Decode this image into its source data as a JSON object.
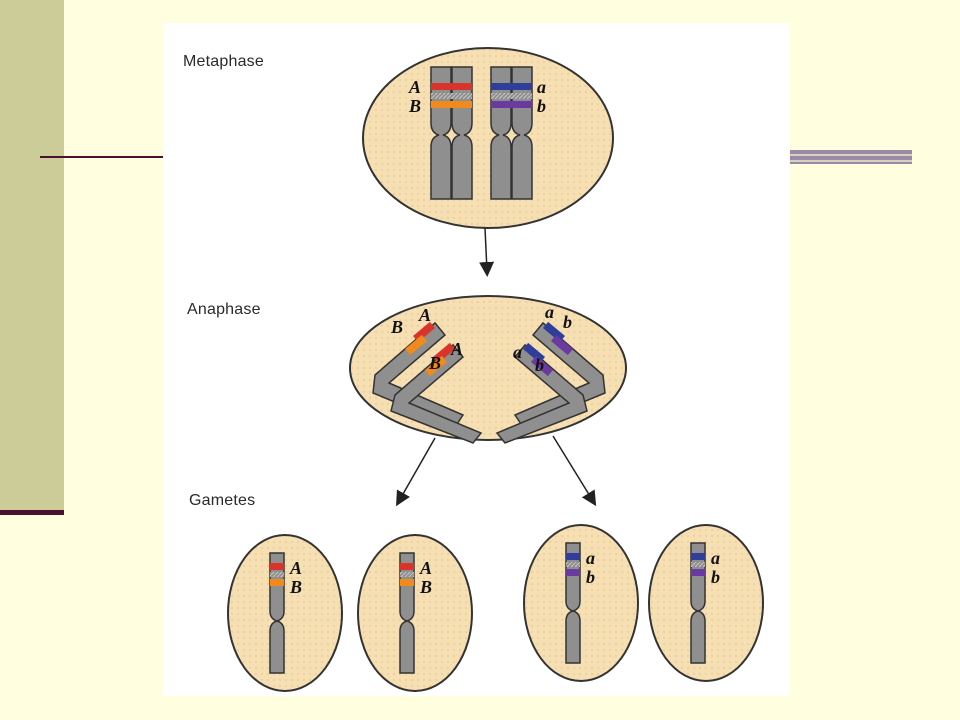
{
  "slide": {
    "colors": {
      "background": "#ffffe0",
      "sidebar": "#cccc99",
      "accent_line": "#4a1030"
    }
  },
  "diagram": {
    "stages": {
      "metaphase": "Metaphase",
      "anaphase": "Anaphase",
      "gametes": "Gametes"
    },
    "alleles": {
      "A": "A",
      "B": "B",
      "a": "a",
      "b": "b"
    },
    "colors": {
      "cell_fill": "#f6dfb3",
      "chromosome": "#8f8f8f",
      "band_red": "#d9342b",
      "band_orange": "#f08a1c",
      "band_blue": "#2e3e9a",
      "band_purple": "#6a3aa0"
    }
  }
}
